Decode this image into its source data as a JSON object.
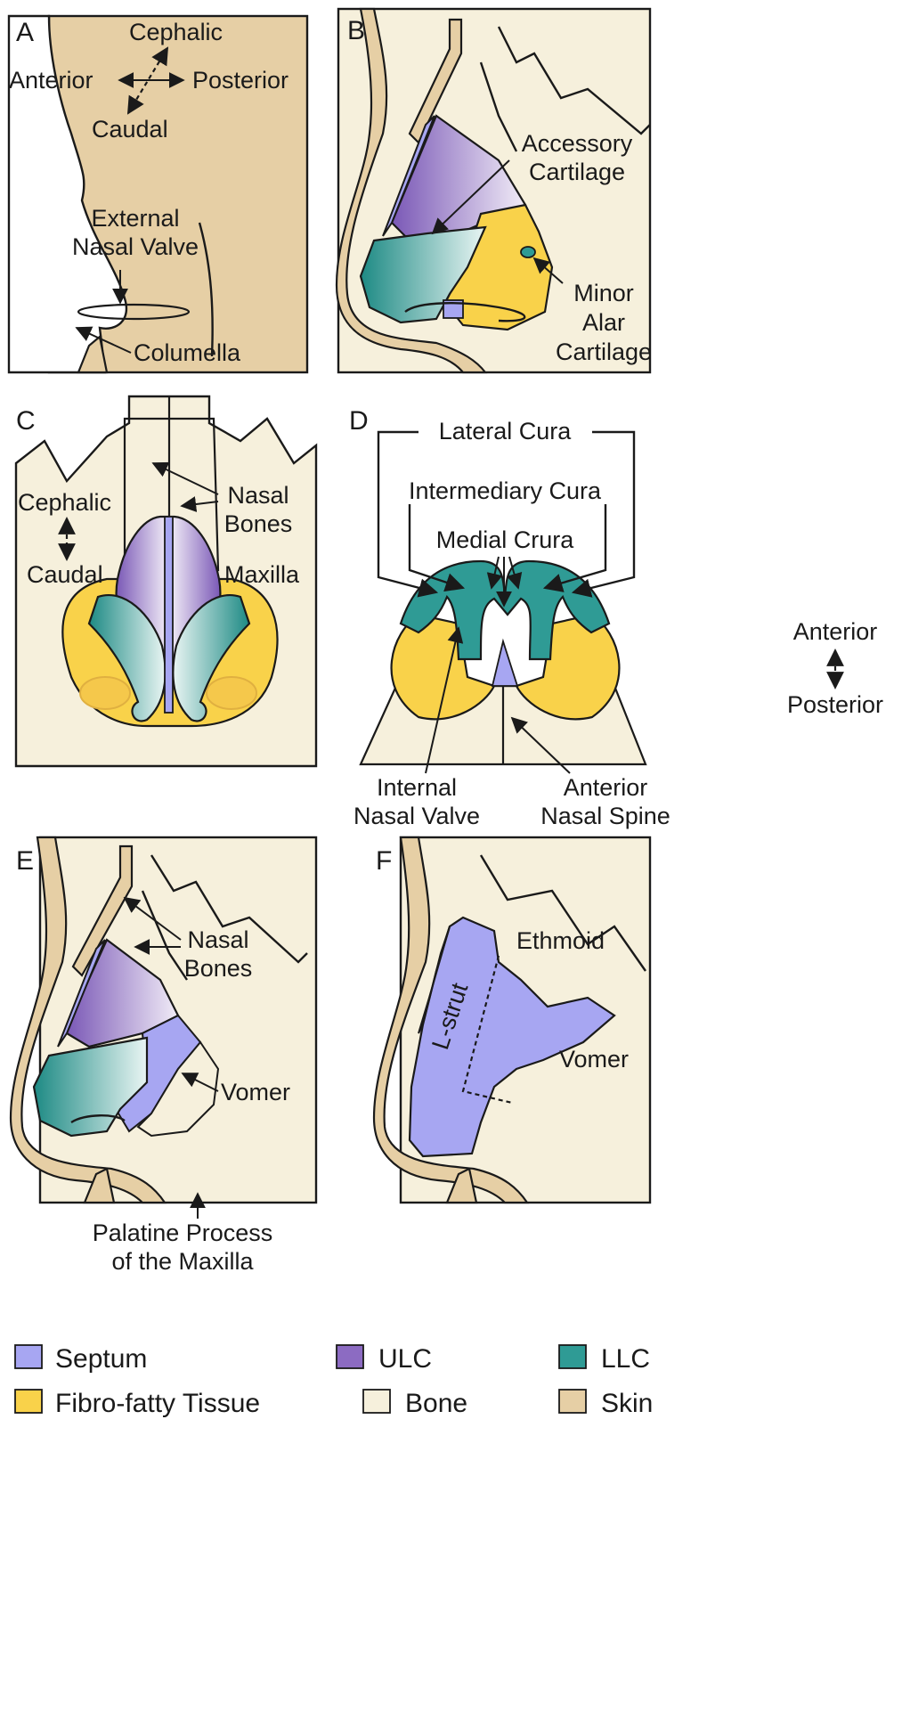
{
  "colors": {
    "skin": "#e6cfa5",
    "bone": "#f6f0dc",
    "septum": "#a7a6f2",
    "ulc": "#8c6bc2",
    "llc": "#2f9b95",
    "fibro": "#f9d24a",
    "outline": "#1a1a1a"
  },
  "panels": {
    "a": {
      "letter": "A",
      "cephalic": "Cephalic",
      "anterior": "Anterior",
      "posterior": "Posterior",
      "caudal": "Caudal",
      "external_valve_1": "External",
      "external_valve_2": "Nasal Valve",
      "columella": "Columella"
    },
    "b": {
      "letter": "B",
      "accessory_1": "Accessory",
      "accessory_2": "Cartilage",
      "minor_1": "Minor",
      "minor_2": "Alar",
      "minor_3": "Cartilage"
    },
    "c": {
      "letter": "C",
      "nasal_1": "Nasal",
      "nasal_2": "Bones",
      "cephalic": "Cephalic",
      "caudal": "Caudal",
      "maxilla": "Maxilla"
    },
    "d": {
      "letter": "D",
      "lateral": "Lateral Cura",
      "intermediary": "Intermediary Cura",
      "medial": "Medial Crura",
      "anterior": "Anterior",
      "posterior": "Posterior",
      "internal_1": "Internal",
      "internal_2": "Nasal Valve",
      "spine_1": "Anterior",
      "spine_2": "Nasal Spine"
    },
    "e": {
      "letter": "E",
      "nasal_1": "Nasal",
      "nasal_2": "Bones",
      "vomer": "Vomer",
      "palatine_1": "Palatine Process",
      "palatine_2": "of the Maxilla"
    },
    "f": {
      "letter": "F",
      "ethmoid": "Ethmoid",
      "lstrut": "L-strut",
      "vomer": "Vomer"
    }
  },
  "legend": [
    {
      "label": "Septum",
      "color": "#a7a6f2"
    },
    {
      "label": "ULC",
      "color": "#8c6bc2"
    },
    {
      "label": "LLC",
      "color": "#2f9b95"
    },
    {
      "label": "Fibro-fatty Tissue",
      "color": "#f9d24a"
    },
    {
      "label": "Bone",
      "color": "#f6f0dc"
    },
    {
      "label": "Skin",
      "color": "#e6cfa5"
    }
  ]
}
